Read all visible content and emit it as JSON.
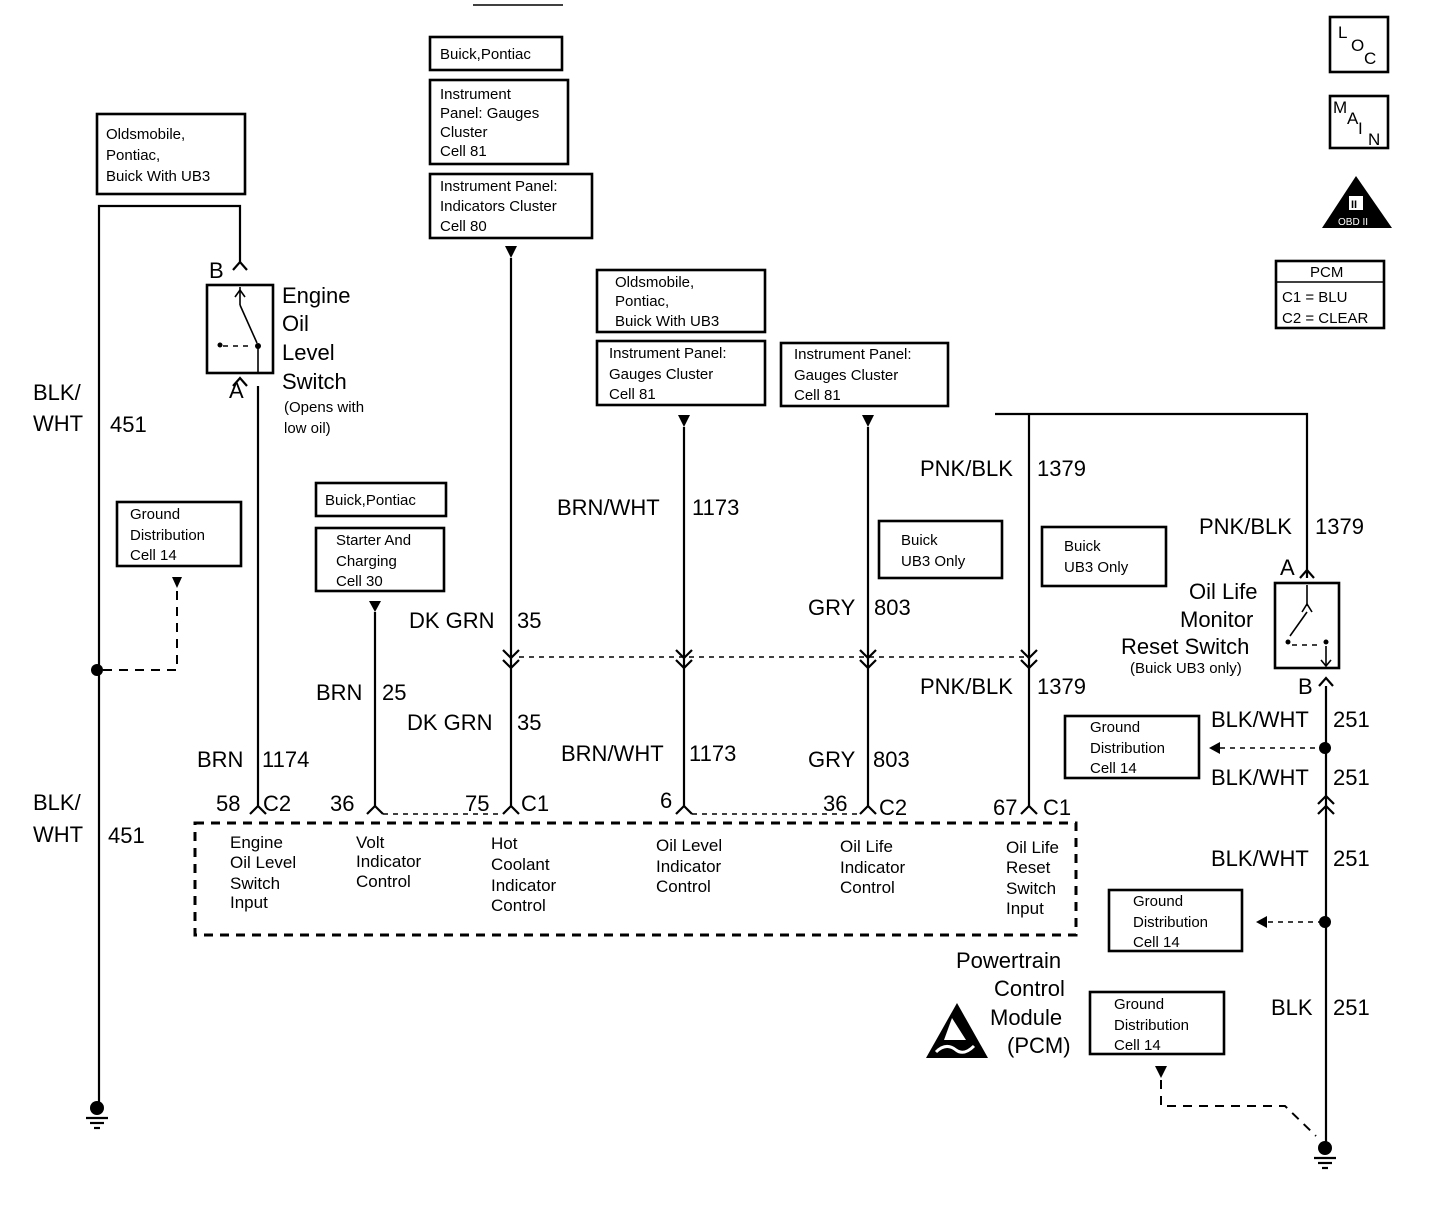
{
  "boxes": {
    "olds_left": [
      "Oldsmobile,",
      "Pontiac,",
      "Buick With UB3"
    ],
    "buick_pontiac_top": "Buick,Pontiac",
    "ip_gauges_81_top": [
      "Instrument",
      "Panel: Gauges",
      "Cluster",
      "Cell 81"
    ],
    "ip_indicators_80": [
      "Instrument Panel:",
      "Indicators Cluster",
      "Cell 80"
    ],
    "olds_mid": [
      "Oldsmobile,",
      "Pontiac,",
      "Buick  With UB3"
    ],
    "ip_gauges_81_mid": [
      "Instrument Panel:",
      "Gauges Cluster",
      "Cell 81"
    ],
    "ip_gauges_81_right": [
      "Instrument Panel:",
      "Gauges Cluster",
      "Cell 81"
    ],
    "ground_451": [
      "Ground",
      "Distribution",
      "Cell 14"
    ],
    "buick_pontiac_mid": "Buick,Pontiac",
    "starter_30": [
      "Starter And",
      "Charging",
      "Cell 30"
    ],
    "buick_ub3_a": [
      "Buick",
      "UB3 Only"
    ],
    "buick_ub3_b": [
      "Buick",
      "UB3 Only"
    ],
    "ground_251_a": [
      "Ground",
      "Distribution",
      "Cell 14"
    ],
    "ground_251_b": [
      "Ground",
      "Distribution",
      "Cell 14"
    ],
    "ground_pcm": [
      "Ground",
      "Distribution",
      "Cell 14"
    ]
  },
  "legend": {
    "loc": [
      "L",
      "O",
      "C"
    ],
    "main": [
      "M",
      "A",
      "I",
      "N"
    ],
    "obd_label": "OBD II",
    "obd_top": "II",
    "pcm_title": "PCM",
    "pcm_c1": "C1 = BLU",
    "pcm_c2": "C2 = CLEAR"
  },
  "oil_level_switch": {
    "label": [
      "Engine",
      "Oil",
      "Level",
      "Switch"
    ],
    "note": [
      "(Opens with",
      "low oil)"
    ],
    "pin_b": "B",
    "pin_a": "A"
  },
  "reset_switch": {
    "label": [
      "Oil Life",
      "Monitor",
      "Reset Switch"
    ],
    "note": "(Buick UB3 only)",
    "pin_a": "A",
    "pin_b": "B"
  },
  "wires": {
    "blk_wht_451": [
      "BLK/",
      "WHT",
      "451"
    ],
    "brn_1174": "BRN",
    "n_1174": "1174",
    "brn_25": "BRN",
    "n_25": "25",
    "dkgrn_35": "DK GRN",
    "n_35": "35",
    "brnwht_1173": "BRN/WHT",
    "n_1173": "1173",
    "gry_803": "GRY",
    "n_803": "803",
    "pnkblk_1379": "PNK/BLK",
    "n_1379": "1379",
    "blkwht_251": "BLK/WHT",
    "n_251": "251",
    "blk_251": "BLK"
  },
  "pins": {
    "p58": "58",
    "c2a": "C2",
    "p36a": "36",
    "p75": "75",
    "c1a": "C1",
    "p6": "6",
    "p36b": "36",
    "c2b": "C2",
    "p67": "67",
    "c1b": "C1"
  },
  "pcm_inputs": {
    "i1": [
      "Engine",
      "Oil Level",
      "Switch",
      "Input"
    ],
    "i2": [
      "Volt",
      "Indicator",
      "Control"
    ],
    "i3": [
      "Hot",
      "Coolant",
      "Indicator",
      "Control"
    ],
    "i4": [
      "Oil Level",
      "Indicator",
      "Control"
    ],
    "i5": [
      "Oil Life",
      "Indicator",
      "Control"
    ],
    "i6": [
      "Oil Life",
      "Reset",
      "Switch",
      "Input"
    ]
  },
  "pcm_label": [
    "Powertrain",
    "Control",
    "Module",
    "(PCM)"
  ]
}
